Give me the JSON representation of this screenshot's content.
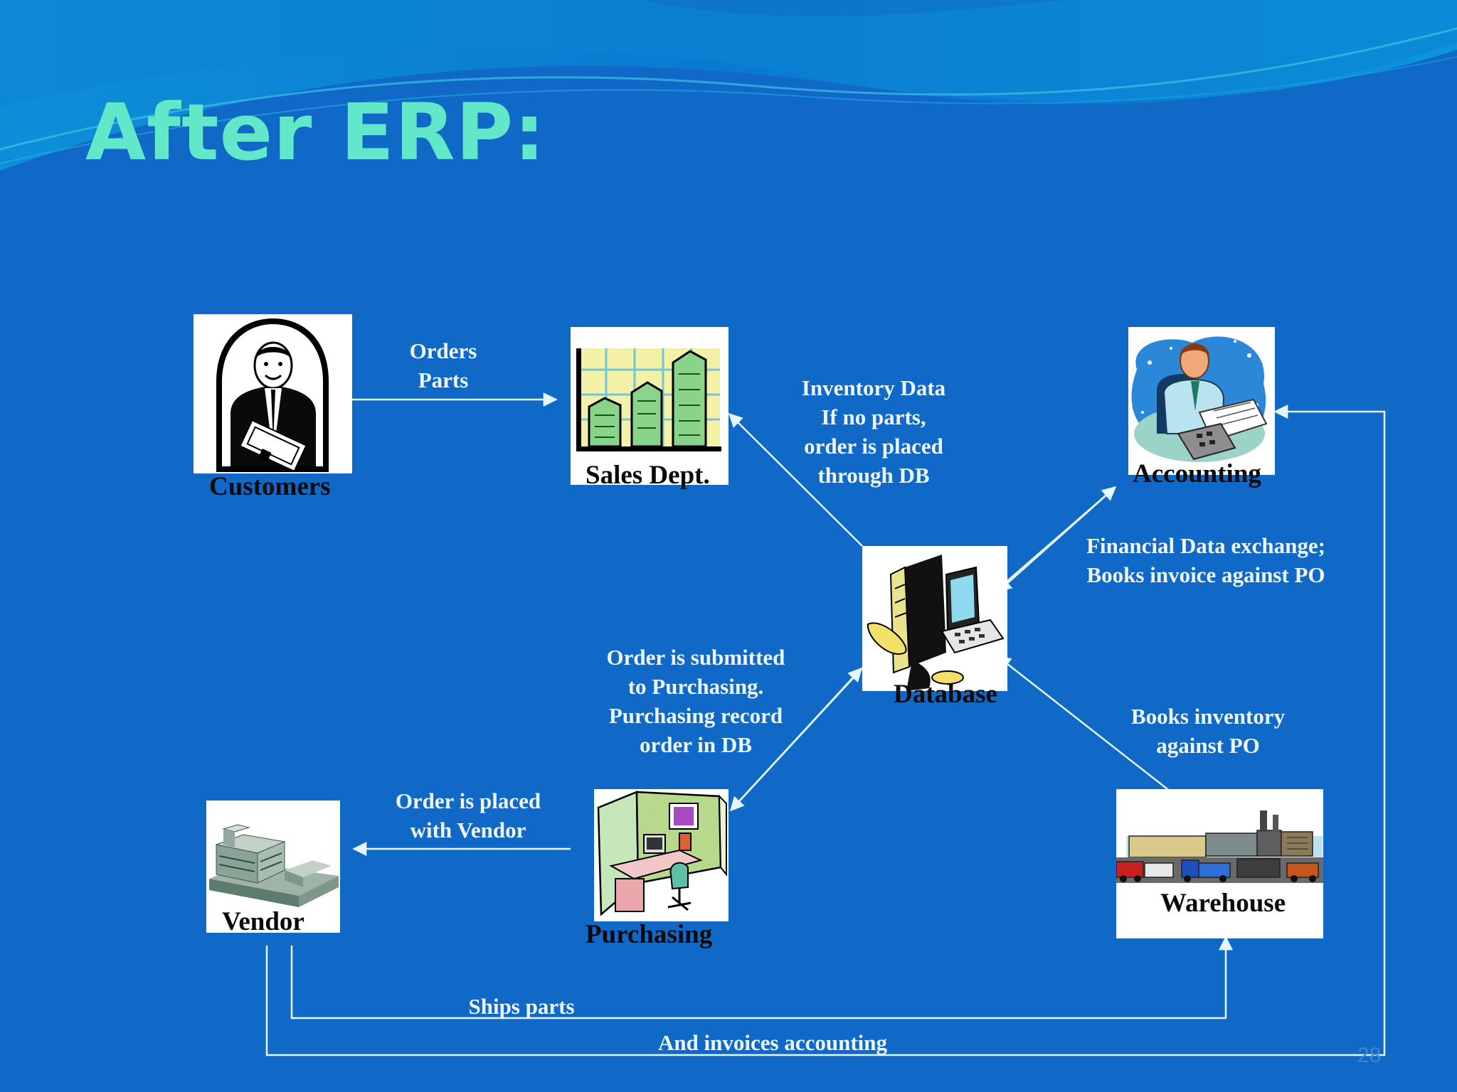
{
  "slide": {
    "title": "After ERP:",
    "page_number": "28"
  },
  "colors": {
    "background": "#1069c6",
    "title": "#62e8c8",
    "connector": "#e4f6ff",
    "label": "#eef6ff"
  },
  "nodes": {
    "customers": {
      "label": "Customers",
      "icon": "businessman-icon"
    },
    "sales": {
      "label": "Sales Dept.",
      "icon": "bar-chart-icon"
    },
    "accounting": {
      "label": "Accounting",
      "icon": "accountant-icon"
    },
    "database": {
      "label": "Database",
      "icon": "computer-icon"
    },
    "purchasing": {
      "label": "Purchasing",
      "icon": "office-cubicle-icon"
    },
    "vendor": {
      "label": "Vendor",
      "icon": "factory-building-icon"
    },
    "warehouse": {
      "label": "Warehouse",
      "icon": "warehouse-icon"
    }
  },
  "edges": {
    "orders_parts": "Orders\nParts",
    "inventory_data": "Inventory Data\nIf no parts,\norder is placed\nthrough DB",
    "financial_data": "Financial Data exchange;\nBooks invoice against PO",
    "order_submitted": "Order is submitted\nto Purchasing.\nPurchasing record\norder in DB",
    "books_inventory": "Books inventory\nagainst PO",
    "order_vendor": "Order is placed\nwith Vendor",
    "ships_parts": "Ships parts",
    "invoices_accounting": "And invoices accounting"
  }
}
